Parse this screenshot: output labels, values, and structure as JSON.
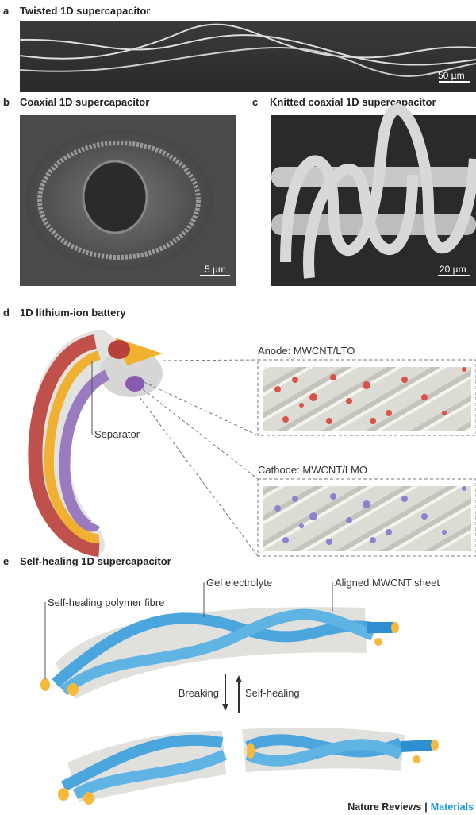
{
  "panels": {
    "a": {
      "letter": "a",
      "title": "Twisted 1D supercapacitor",
      "scale_bar": "50 µm"
    },
    "b": {
      "letter": "b",
      "title": "Coaxial 1D supercapacitor",
      "scale_bar": "5 µm"
    },
    "c": {
      "letter": "c",
      "title": "Knitted coaxial 1D supercapacitor",
      "scale_bar": "20 µm"
    },
    "d": {
      "letter": "d",
      "title": "1D lithium-ion battery",
      "separator_label": "Separator",
      "anode_label": "Anode: MWCNT/LTO",
      "cathode_label": "Cathode: MWCNT/LMO"
    },
    "e": {
      "letter": "e",
      "title": "Self-healing 1D supercapacitor",
      "gel_label": "Gel electrolyte",
      "sheet_label": "Aligned MWCNT sheet",
      "fibre_label": "Self-healing polymer fibre",
      "breaking_label": "Breaking",
      "healing_label": "Self-healing"
    }
  },
  "footer": {
    "journal": "Nature Reviews",
    "separator": "|",
    "section": "Materials"
  },
  "colors": {
    "anode": "#d9534a",
    "cathode": "#8e6bb8",
    "yellow": "#f2b132",
    "blue": "#4aa6dc",
    "accent": "#1a9ad6"
  }
}
